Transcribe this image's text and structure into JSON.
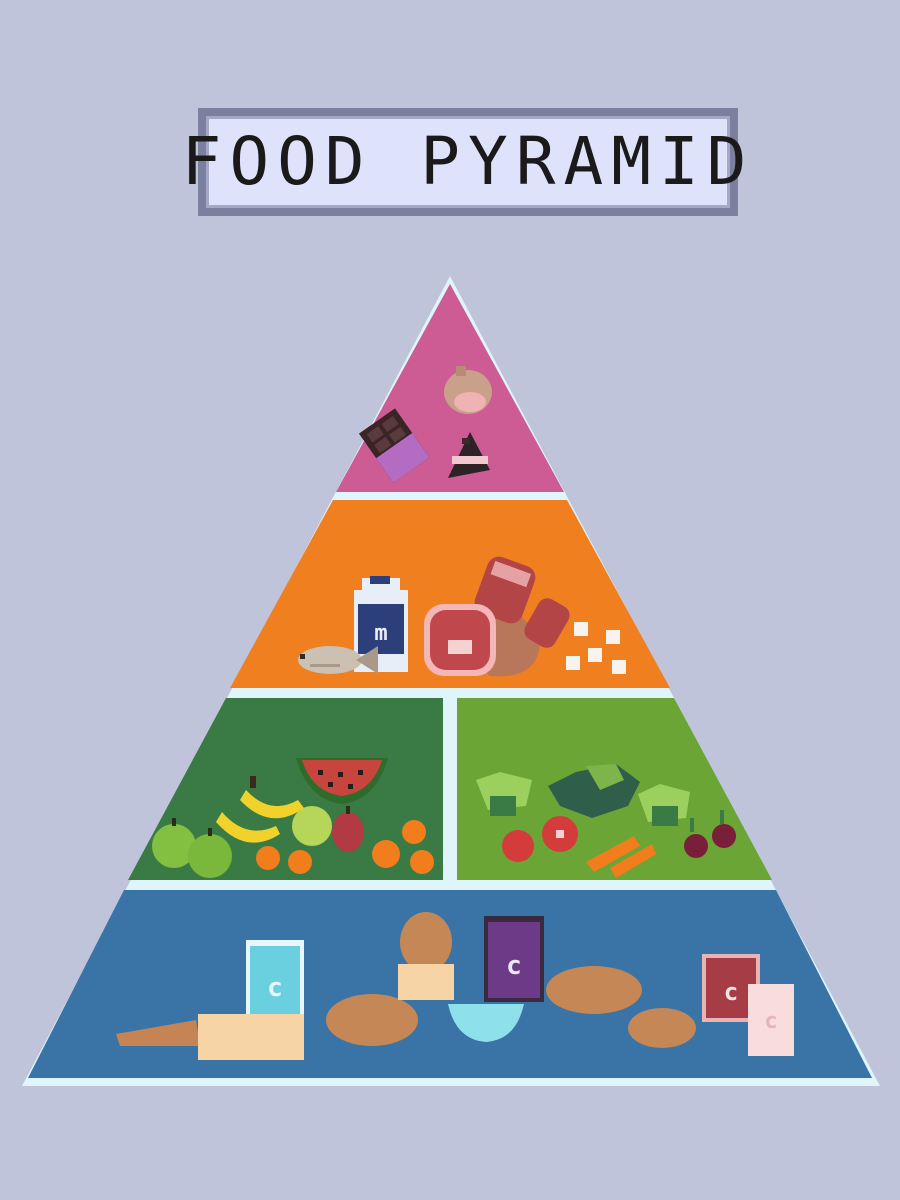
{
  "title": "FOOD PYRAMID",
  "colors": {
    "background": "#c0c4da",
    "outline": "#dff4fb",
    "tier_top": "#cc5c93",
    "tier_protein": "#f0801f",
    "tier_fruit": "#3a7b45",
    "tier_vegetable": "#6aa536",
    "tier_grain": "#3a74a6"
  },
  "tiers": [
    {
      "id": "sweets",
      "icons": [
        "chocolate-bar-icon",
        "ham-slice-icon",
        "cake-slice-icon"
      ]
    },
    {
      "id": "protein",
      "icons": [
        "milk-carton-icon",
        "fish-icon",
        "ham-icon",
        "meat-chop-icon",
        "eggs-icon"
      ]
    },
    {
      "id": "fruits",
      "icons": [
        "watermelon-icon",
        "banana-icon",
        "apple-icon",
        "pear-icon",
        "orange-icon"
      ]
    },
    {
      "id": "vegetables",
      "icons": [
        "cabbage-icon",
        "lettuce-icon",
        "tomato-icon",
        "carrot-icon",
        "beet-icon"
      ]
    },
    {
      "id": "grains",
      "icons": [
        "cereal-box-icon",
        "bread-icon",
        "baguette-icon",
        "muffin-icon",
        "bowl-icon"
      ]
    }
  ]
}
